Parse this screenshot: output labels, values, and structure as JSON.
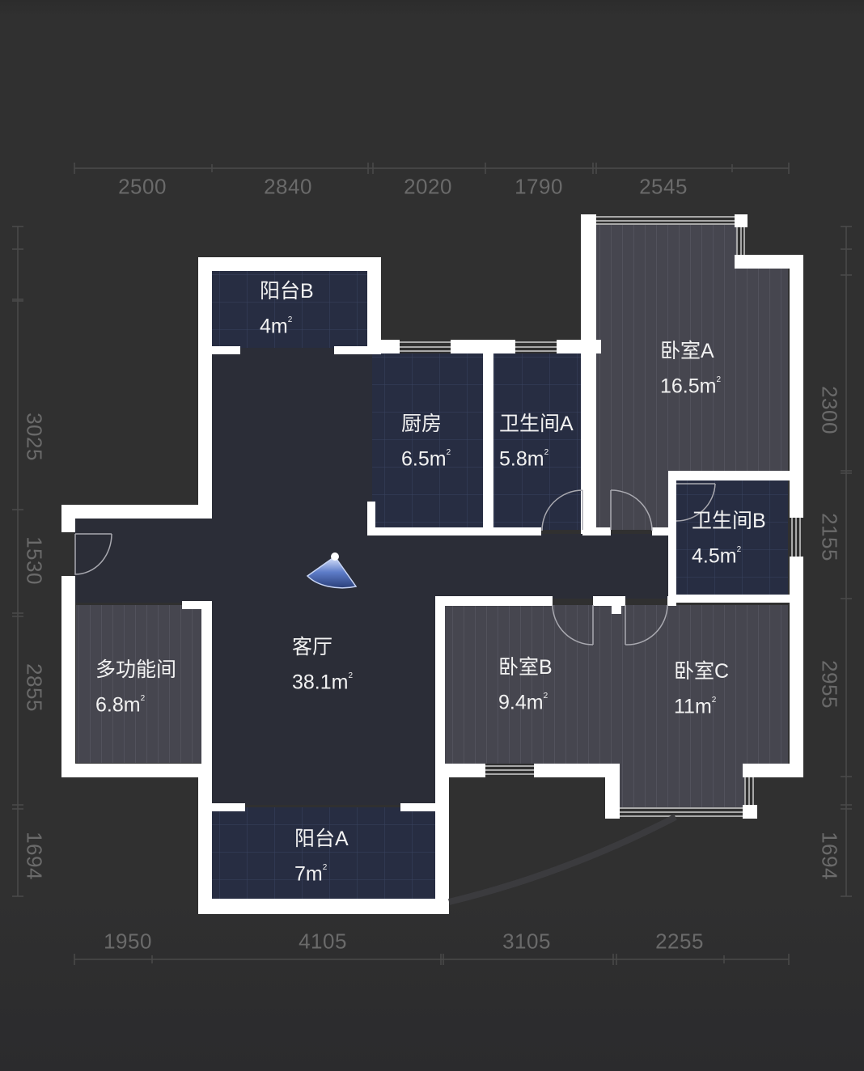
{
  "floorplan": {
    "background": "#303030",
    "wall_color": "#ffffff",
    "colors": {
      "living_floor": "#2b2d37",
      "tile_floor": "#272d42",
      "wood_floor": "#46464f",
      "dimension_text": "#6a6a6a"
    },
    "dimensions": {
      "top": [
        "2500",
        "2840",
        "2020",
        "1790",
        "2545"
      ],
      "bottom": [
        "1950",
        "4105",
        "3105",
        "2255"
      ],
      "left": [
        "3025",
        "1530",
        "2855",
        "1694"
      ],
      "right": [
        "2300",
        "2155",
        "2955",
        "1694"
      ]
    },
    "area_unit": "m",
    "area_unit_sup": "2",
    "rooms": [
      {
        "name": "阳台B",
        "area": "4"
      },
      {
        "name": "厨房",
        "area": "6.5"
      },
      {
        "name": "卫生间A",
        "area": "5.8"
      },
      {
        "name": "卧室A",
        "area": "16.5"
      },
      {
        "name": "卫生间B",
        "area": "4.5"
      },
      {
        "name": "客厅",
        "area": "38.1"
      },
      {
        "name": "多功能间",
        "area": "6.8"
      },
      {
        "name": "卧室B",
        "area": "9.4"
      },
      {
        "name": "卧室C",
        "area": "11"
      },
      {
        "name": "阳台A",
        "area": "7"
      }
    ],
    "viewpoint_icon": "camera-view-cone-icon"
  }
}
